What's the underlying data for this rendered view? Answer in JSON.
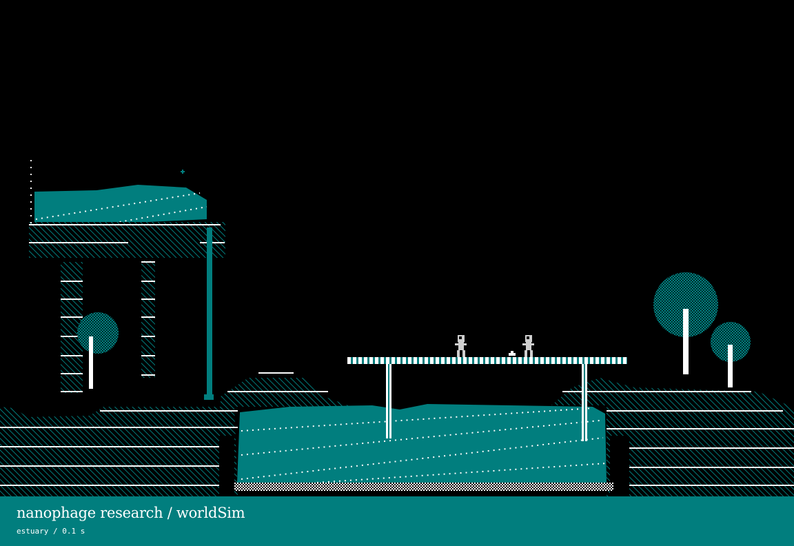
{
  "window": {
    "title": "nanophage research / worldSim",
    "subtitle_scene": "estuary",
    "subtitle_separator": " / ",
    "subtitle_time": "0.1 s"
  },
  "colors": {
    "teal": "#017e7e",
    "white": "#ffffff",
    "background": "#000000",
    "figure": "#cfcfcf"
  },
  "scene": {
    "name": "estuary",
    "characters": [
      {
        "name": "figure-left"
      },
      {
        "name": "figure-right"
      }
    ],
    "objects": [
      "water-tower",
      "bridge",
      "pond",
      "trees",
      "hills",
      "ladders",
      "pipe"
    ]
  }
}
